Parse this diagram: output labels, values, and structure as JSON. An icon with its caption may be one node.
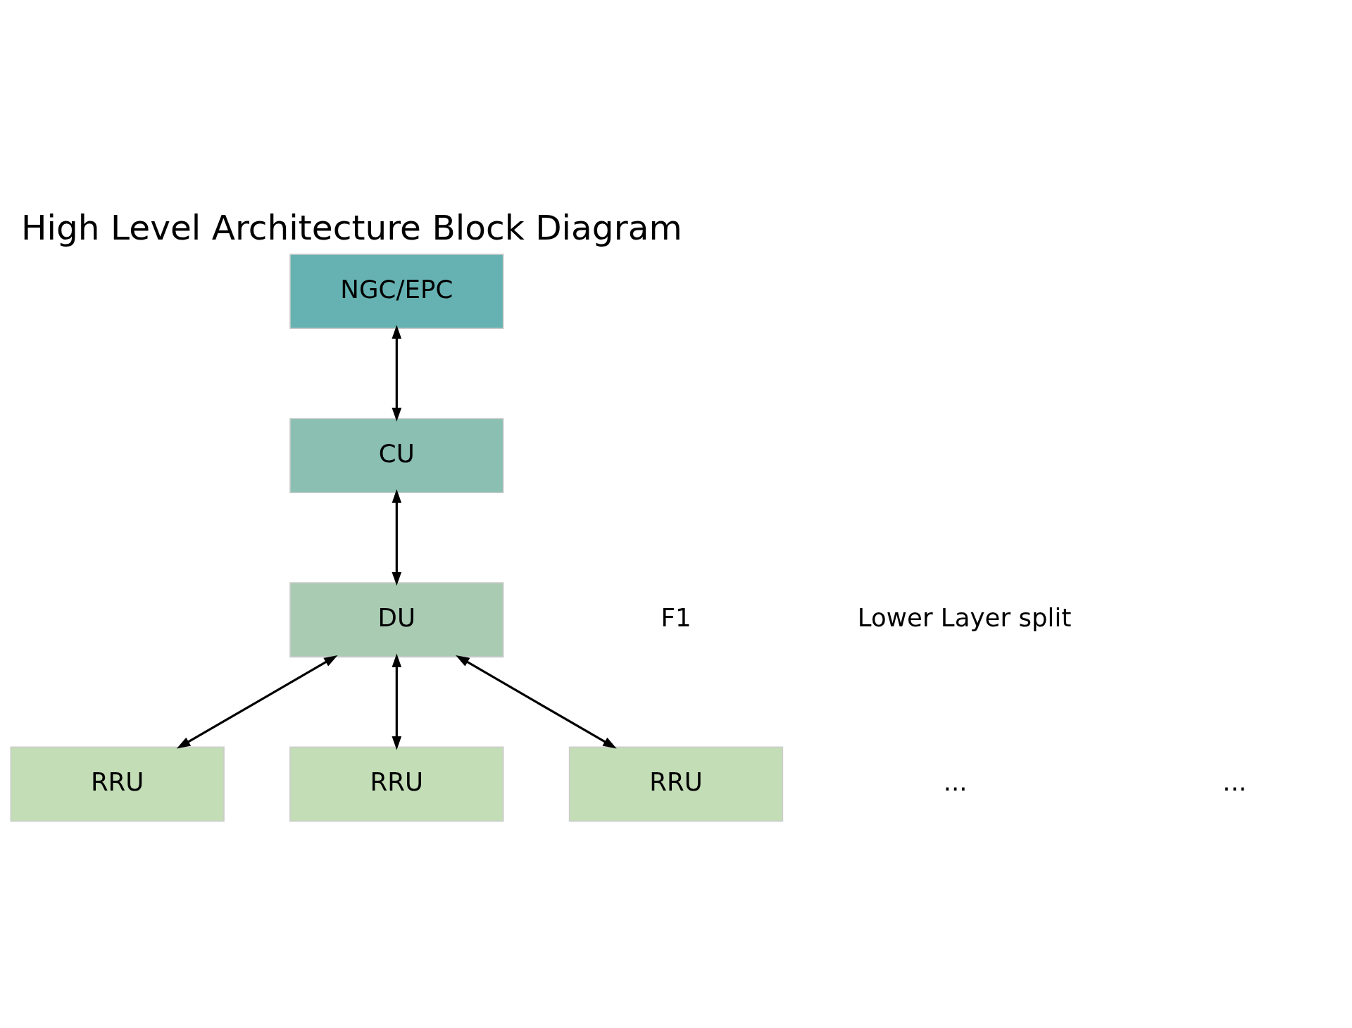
{
  "diagram": {
    "title": "High Level Architecture Block Diagram",
    "nodes": [
      {
        "text": [
          "NGC/EPC"
        ]
      },
      {
        "text": [
          "CU"
        ]
      },
      {
        "text": [
          "DU"
        ]
      },
      {
        "text": [
          "RRU"
        ]
      },
      {
        "text": [
          "RRU"
        ]
      },
      {
        "text": [
          "RRU"
        ]
      }
    ],
    "edges": [
      {
        "from": 0,
        "to": 1,
        "arrow": "both"
      },
      {
        "from": 1,
        "to": 2,
        "arrow": "both"
      },
      {
        "from": 2,
        "to": 3,
        "arrow": "both"
      },
      {
        "from": 2,
        "to": 4,
        "arrow": "both"
      },
      {
        "from": 2,
        "to": 5,
        "arrow": "both"
      }
    ],
    "labels": [
      "F1",
      "Lower Layer split",
      "...",
      "..."
    ]
  }
}
